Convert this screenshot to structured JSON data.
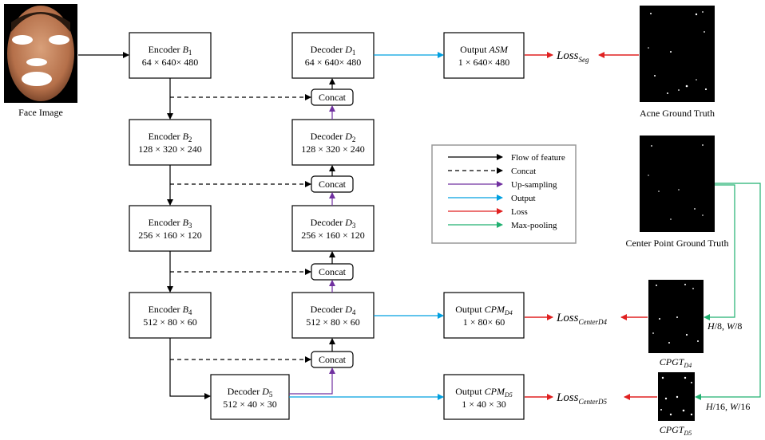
{
  "face": {
    "label": "Face Image"
  },
  "encoders": [
    {
      "name": "Encoder ",
      "sym": "B",
      "sub": "1",
      "dims": "64 × 640× 480"
    },
    {
      "name": "Encoder ",
      "sym": "B",
      "sub": "2",
      "dims": "128 × 320 × 240"
    },
    {
      "name": "Encoder ",
      "sym": "B",
      "sub": "3",
      "dims": "256 × 160 × 120"
    },
    {
      "name": "Encoder ",
      "sym": "B",
      "sub": "4",
      "dims": "512 × 80 × 60"
    }
  ],
  "decoders": [
    {
      "name": "Decoder ",
      "sym": "D",
      "sub": "1",
      "dims": "64 × 640× 480"
    },
    {
      "name": "Decoder ",
      "sym": "D",
      "sub": "2",
      "dims": "128 × 320 × 240"
    },
    {
      "name": "Decoder ",
      "sym": "D",
      "sub": "3",
      "dims": "256 × 160 × 120"
    },
    {
      "name": "Decoder ",
      "sym": "D",
      "sub": "4",
      "dims": "512 × 80 × 60"
    },
    {
      "name": "Decoder ",
      "sym": "D",
      "sub": "5",
      "dims": "512 × 40 × 30"
    }
  ],
  "concat": "Concat",
  "outputs": [
    {
      "name": "Output ",
      "sym": "ASM",
      "sub": "",
      "dims": "1 × 640× 480"
    },
    {
      "name": "Output ",
      "sym": "CPM",
      "sub": "D4",
      "dims": "1 × 80× 60"
    },
    {
      "name": "Output ",
      "sym": "CPM",
      "sub": "D5",
      "dims": "1 × 40 × 30"
    }
  ],
  "losses": [
    {
      "main": "Loss",
      "sub": "Seg"
    },
    {
      "main": "Loss",
      "sub": "CenterD4"
    },
    {
      "main": "Loss",
      "sub": "CenterD5"
    }
  ],
  "ground_truth": {
    "acne": "Acne Ground Truth",
    "center": "Center Point Ground Truth",
    "cpgt_main": "CPGT",
    "cpgt_d4_sub": "D4",
    "cpgt_d5_sub": "D5"
  },
  "pool_labels": {
    "d4": {
      "h": "H",
      "hv": "/8, ",
      "w": "W",
      "wv": "/8"
    },
    "d5": {
      "h": "H",
      "hv": "/16, ",
      "w": "W",
      "wv": "/16"
    }
  },
  "legend": [
    {
      "label": "Flow of feature",
      "color": "#000000",
      "style": "solid"
    },
    {
      "label": "Concat",
      "color": "#000000",
      "style": "dashed"
    },
    {
      "label": "Up-sampling",
      "color": "#7030a0",
      "style": "solid"
    },
    {
      "label": "Output",
      "color": "#00a0e0",
      "style": "solid"
    },
    {
      "label": "Loss",
      "color": "#e02020",
      "style": "solid"
    },
    {
      "label": "Max-pooling",
      "color": "#20b070",
      "style": "solid"
    }
  ],
  "colors": {
    "flow": "#000000",
    "upsampling": "#7030a0",
    "output": "#00a0e0",
    "loss": "#e02020",
    "maxpool": "#20b070"
  }
}
